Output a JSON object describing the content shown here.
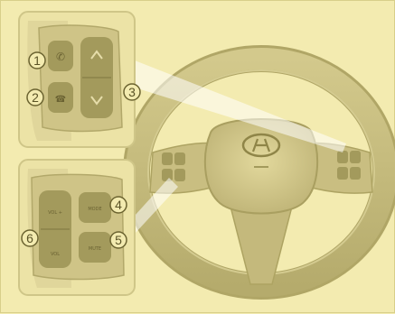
{
  "colors": {
    "background": "#f3ebb0",
    "panel_fill": "#ece3a6",
    "panel_stroke": "#cfc688",
    "wheel": "#cfc48a",
    "wheel_dark": "#b2a86a",
    "button": "#a39a5c",
    "callout_ring": "#ffffff"
  },
  "callouts": [
    {
      "number": "1",
      "meaning": "top-left inset, upper-left button"
    },
    {
      "number": "2",
      "meaning": "top-left inset, lower-left button"
    },
    {
      "number": "3",
      "meaning": "top-left inset, right rocker"
    },
    {
      "number": "4",
      "meaning": "bottom-left inset, upper button"
    },
    {
      "number": "5",
      "meaning": "bottom-left inset, lower button"
    },
    {
      "number": "6",
      "meaning": "bottom-left inset, left rocker"
    }
  ],
  "button_labels": {
    "mode": "MODE",
    "mute": "MUTE",
    "vol_plus": "VOL +",
    "vol_minus": "VOL"
  },
  "icons": [
    "phone-answer-icon",
    "phone-hangup-icon",
    "arrow-up-icon",
    "arrow-down-icon",
    "hyundai-logo"
  ]
}
